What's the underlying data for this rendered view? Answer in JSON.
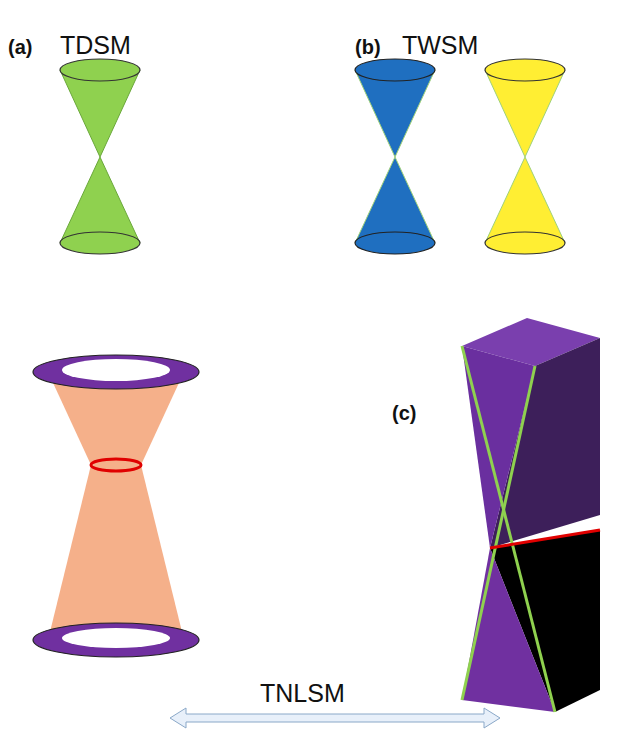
{
  "diagram": {
    "labels": [
      "(a)",
      "TDSM",
      "(b)",
      "TWSM",
      "(c)",
      "TNLSM"
    ]
  }
}
